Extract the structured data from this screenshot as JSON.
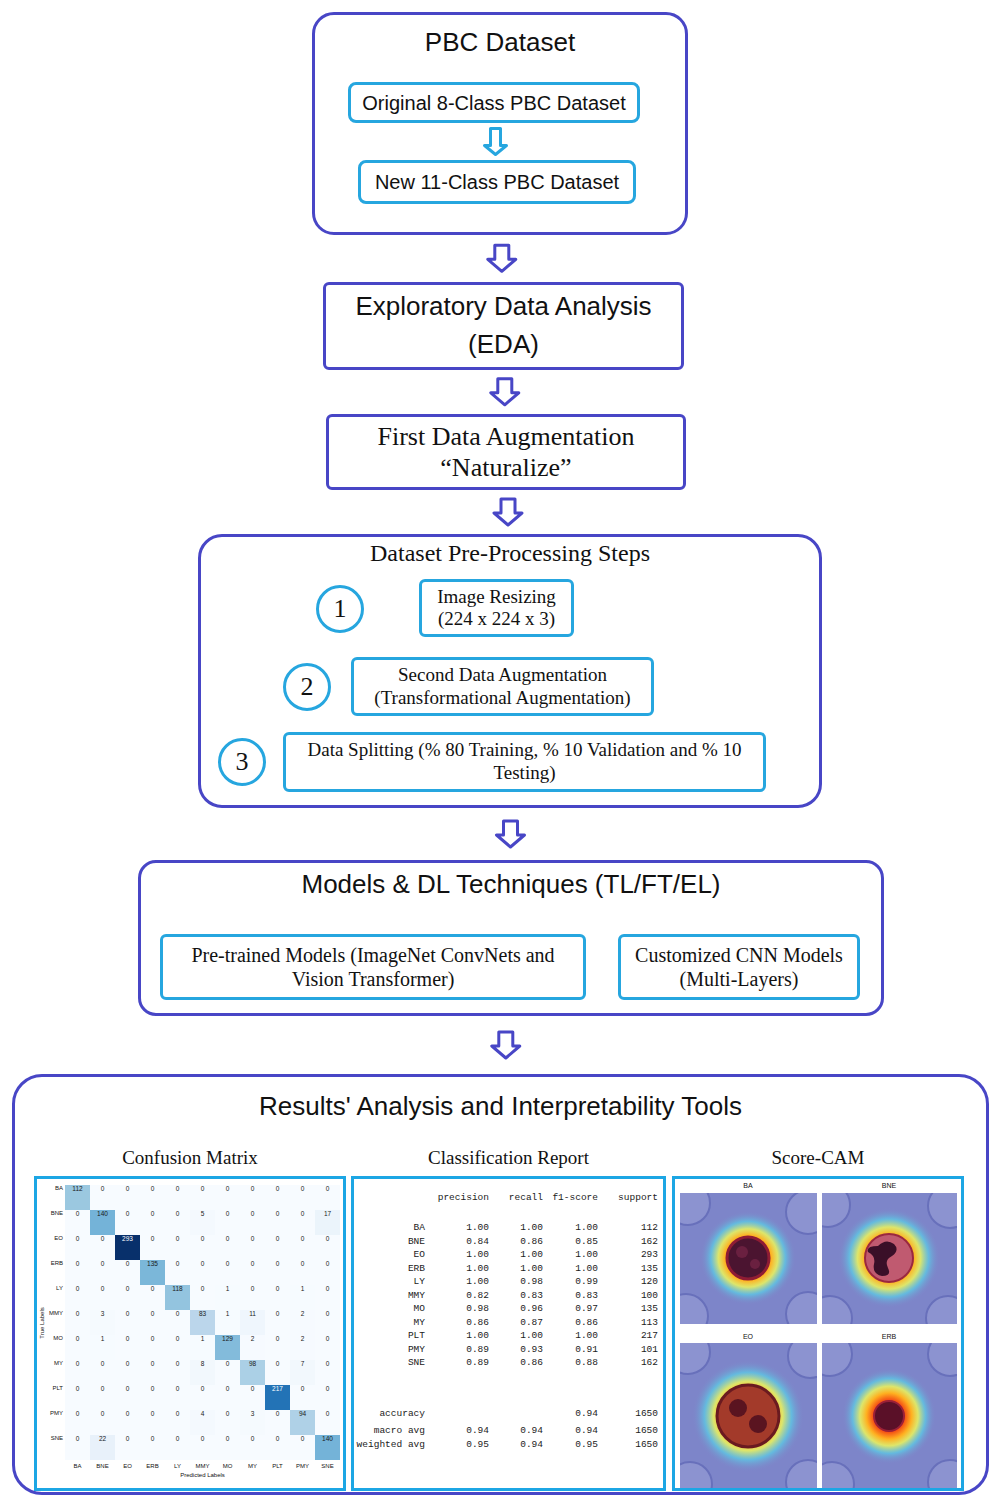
{
  "diagram": {
    "nodes": [
      {
        "text": [
          "PBC Dataset"
        ]
      },
      {
        "text": [
          "Original 8-Class PBC Dataset"
        ],
        "in": 0
      },
      {
        "text": [
          "New 11-Class PBC Dataset"
        ],
        "in": 0
      },
      {
        "text": [
          "Exploratory Data Analysis (EDA)"
        ]
      },
      {
        "text": [
          "First Data Augmentation “Naturalize”"
        ]
      },
      {
        "text": [
          "Dataset Pre-Processing Steps"
        ]
      },
      {
        "text": [
          "1"
        ],
        "in": 5
      },
      {
        "text": [
          "Image Resizing (224 x 224 x 3)"
        ],
        "in": 5
      },
      {
        "text": [
          "2"
        ],
        "in": 5
      },
      {
        "text": [
          "Second Data Augmentation (Transformational Augmentation)"
        ],
        "in": 5
      },
      {
        "text": [
          "3"
        ],
        "in": 5
      },
      {
        "text": [
          "Data Splitting (% 80 Training, % 10 Validation and % 10 Testing)"
        ],
        "in": 5
      },
      {
        "text": [
          "Models & DL Techniques (TL/FT/EL)"
        ]
      },
      {
        "text": [
          "Pre-trained Models (ImageNet ConvNets and Vision Transformer)"
        ],
        "in": 12
      },
      {
        "text": [
          "Customized CNN Models (Multi-Layers)"
        ],
        "in": 12
      },
      {
        "text": [
          "Results' Analysis and Interpretability Tools"
        ]
      },
      {
        "text": [
          "Confusion Matrix"
        ],
        "in": 15
      },
      {
        "text": [
          "Classification Report"
        ],
        "in": 15
      },
      {
        "text": [
          "Score-CAM"
        ],
        "in": 15
      }
    ],
    "edges": [
      {
        "from": 1,
        "to": 2,
        "arrow": "to"
      },
      {
        "from": 0,
        "to": 3,
        "arrow": "to"
      },
      {
        "from": 3,
        "to": 4,
        "arrow": "to"
      },
      {
        "from": 4,
        "to": 5,
        "arrow": "to"
      },
      {
        "from": 5,
        "to": 12,
        "arrow": "to"
      },
      {
        "from": 12,
        "to": 15,
        "arrow": "to"
      }
    ],
    "labels": [
      "BA",
      "BNE",
      "EO",
      "ERB",
      "LY",
      "MMY",
      "MO",
      "MY",
      "PLT",
      "PMY",
      "SNE",
      "True Labels",
      "112",
      "0",
      "0",
      "0",
      "0",
      "0",
      "0",
      "0",
      "0",
      "0",
      "0",
      "0",
      "140",
      "0",
      "0",
      "0",
      "5",
      "0",
      "0",
      "0",
      "0",
      "17",
      "0",
      "0",
      "293",
      "0",
      "0",
      "0",
      "0",
      "0",
      "0",
      "0",
      "0",
      "0",
      "0",
      "0",
      "135",
      "0",
      "0",
      "0",
      "0",
      "0",
      "0",
      "0",
      "0",
      "0",
      "0",
      "0",
      "118",
      "0",
      "1",
      "0",
      "0",
      "1",
      "0",
      "0",
      "3",
      "0",
      "0",
      "0",
      "83",
      "1",
      "11",
      "0",
      "2",
      "0",
      "0",
      "1",
      "0",
      "0",
      "0",
      "1",
      "129",
      "2",
      "0",
      "2",
      "0",
      "0",
      "0",
      "0",
      "0",
      "0",
      "8",
      "0",
      "98",
      "0",
      "7",
      "0",
      "0",
      "0",
      "0",
      "0",
      "0",
      "0",
      "0",
      "0",
      "217",
      "0",
      "0",
      "0",
      "0",
      "0",
      "0",
      "0",
      "4",
      "0",
      "3",
      "0",
      "94",
      "0",
      "0",
      "22",
      "0",
      "0",
      "0",
      "0",
      "0",
      "0",
      "0",
      "0",
      "140",
      "BA",
      "BNE",
      "EO",
      "ERB",
      "LY",
      "MMY",
      "MO",
      "MY",
      "PLT",
      "PMY",
      "SNE",
      "Predicted Labels",
      "precision",
      "recall",
      "f1-score",
      "support",
      "BA",
      "1.00",
      "1.00",
      "1.00",
      "112",
      "BNE",
      "0.84",
      "0.86",
      "0.85",
      "162",
      "EO",
      "1.00",
      "1.00",
      "1.00",
      "293",
      "ERB",
      "1.00",
      "1.00",
      "1.00",
      "135",
      "LY",
      "1.00",
      "0.98",
      "0.99",
      "120",
      "MMY",
      "0.82",
      "0.83",
      "0.83",
      "100",
      "MO",
      "0.98",
      "0.96",
      "0.97",
      "135",
      "MY",
      "0.86",
      "0.87",
      "0.86",
      "113",
      "PLT",
      "1.00",
      "1.00",
      "1.00",
      "217",
      "PMY",
      "0.89",
      "0.93",
      "0.91",
      "101",
      "SNE",
      "0.89",
      "0.86",
      "0.88",
      "162",
      "accuracy",
      "0.94",
      "1650",
      "macro avg",
      "0.94",
      "0.94",
      "0.94",
      "1650",
      "weighted avg",
      "0.95",
      "0.94",
      "0.95",
      "1650",
      "BA",
      "BNE",
      "EO",
      "ERB"
    ]
  }
}
